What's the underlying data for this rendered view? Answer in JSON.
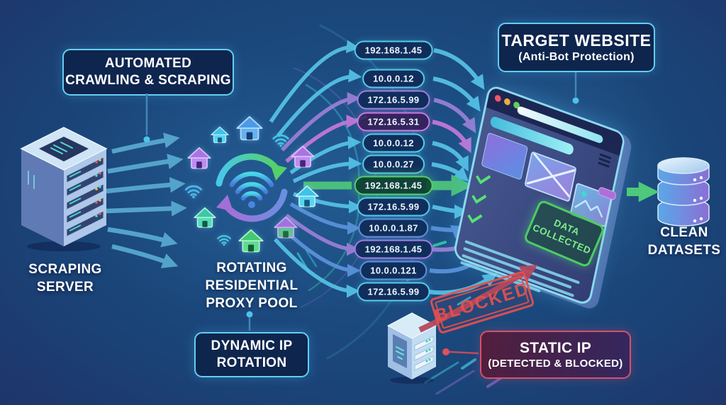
{
  "palette": {
    "background_center": "#1d5384",
    "background_edge": "#252152",
    "accent_cyan": "#5fd0f0",
    "accent_green": "#4ec87a",
    "accent_purple": "#a07fe0",
    "accent_magenta": "#cc79e0",
    "accent_blue": "#5b93dc",
    "accent_red": "#e14b4b",
    "text_light": "#ffffff"
  },
  "icons": {
    "scraping_server": "isometric-server-rack",
    "static_server": "isometric-server-tower",
    "house": "residential-house",
    "wifi": "wifi-signal",
    "rotation": "circular-rotation-arrows",
    "browser": "browser-window",
    "traffic_lights": "window-control-dots",
    "checkmark": "green-check",
    "database": "database-cylinders",
    "arrow": "flow-arrow"
  },
  "boxes": {
    "automated": {
      "line1": "AUTOMATED",
      "line2": "CRAWLING & SCRAPING"
    },
    "dynamic_ip": {
      "line1": "DYNAMIC IP",
      "line2": "ROTATION"
    },
    "target_website": {
      "title": "TARGET WEBSITE",
      "subtitle": "(Anti-Bot Protection)"
    },
    "static_ip": {
      "title": "STATIC IP",
      "subtitle": "(DETECTED & BLOCKED)"
    }
  },
  "labels": {
    "scraping_server": {
      "line1": "SCRAPING",
      "line2": "SERVER"
    },
    "proxy_pool": {
      "line1": "ROTATING",
      "line2": "RESIDENTIAL",
      "line3": "PROXY POOL"
    },
    "clean_datasets": {
      "line1": "CLEAN",
      "line2": "DATASETS"
    }
  },
  "stamp": {
    "text": "BLOCKED"
  },
  "browser": {
    "badge_line1": "DATA",
    "badge_line2": "COLLECTED"
  },
  "ip_pills": [
    {
      "value": "192.168.1.45",
      "style": "cyan"
    },
    {
      "value": "10.0.0.12",
      "style": "cyan"
    },
    {
      "value": "172.16.5.99",
      "style": "purple"
    },
    {
      "value": "172.16.5.31",
      "style": "magenta"
    },
    {
      "value": "10.0.0.12",
      "style": "cyan"
    },
    {
      "value": "10.0.0.27",
      "style": "cyan"
    },
    {
      "value": "192.168.1.45",
      "style": "green"
    },
    {
      "value": "172.16.5.99",
      "style": "cyan"
    },
    {
      "value": "10.0.0.1.87",
      "style": "blue"
    },
    {
      "value": "192.168.1.45",
      "style": "purple"
    },
    {
      "value": "10.0.0.121",
      "style": "blue"
    },
    {
      "value": "172.16.5.99",
      "style": "cyan"
    }
  ]
}
